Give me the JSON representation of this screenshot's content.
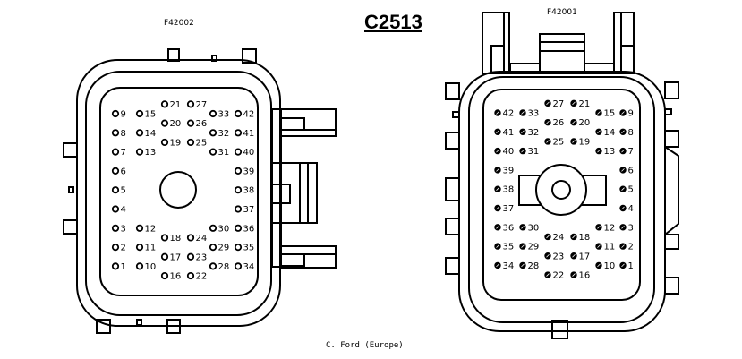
{
  "title": "C2513",
  "footer": "C. Ford (Europe)",
  "connectors": [
    {
      "id": "F42002",
      "side": "left",
      "pin_style": "open",
      "pins": [
        {
          "n": "9",
          "col": 0,
          "row": 0
        },
        {
          "n": "8",
          "col": 0,
          "row": 1
        },
        {
          "n": "7",
          "col": 0,
          "row": 2
        },
        {
          "n": "6",
          "col": 0,
          "row": 3
        },
        {
          "n": "5",
          "col": 0,
          "row": 4
        },
        {
          "n": "4",
          "col": 0,
          "row": 5
        },
        {
          "n": "3",
          "col": 0,
          "row": 6
        },
        {
          "n": "2",
          "col": 0,
          "row": 7
        },
        {
          "n": "1",
          "col": 0,
          "row": 8
        },
        {
          "n": "15",
          "col": 1,
          "row": 0
        },
        {
          "n": "14",
          "col": 1,
          "row": 1
        },
        {
          "n": "13",
          "col": 1,
          "row": 2
        },
        {
          "n": "12",
          "col": 1,
          "row": 6
        },
        {
          "n": "11",
          "col": 1,
          "row": 7
        },
        {
          "n": "10",
          "col": 1,
          "row": 8
        },
        {
          "n": "21",
          "col": 2,
          "row": -0.5
        },
        {
          "n": "20",
          "col": 2,
          "row": 0.5
        },
        {
          "n": "19",
          "col": 2,
          "row": 1.5
        },
        {
          "n": "18",
          "col": 2,
          "row": 6.5
        },
        {
          "n": "17",
          "col": 2,
          "row": 7.5
        },
        {
          "n": "16",
          "col": 2,
          "row": 8.5
        },
        {
          "n": "27",
          "col": 3,
          "row": -0.5
        },
        {
          "n": "26",
          "col": 3,
          "row": 0.5
        },
        {
          "n": "25",
          "col": 3,
          "row": 1.5
        },
        {
          "n": "24",
          "col": 3,
          "row": 6.5
        },
        {
          "n": "23",
          "col": 3,
          "row": 7.5
        },
        {
          "n": "22",
          "col": 3,
          "row": 8.5
        },
        {
          "n": "33",
          "col": 4,
          "row": 0
        },
        {
          "n": "32",
          "col": 4,
          "row": 1
        },
        {
          "n": "31",
          "col": 4,
          "row": 2
        },
        {
          "n": "30",
          "col": 4,
          "row": 6
        },
        {
          "n": "29",
          "col": 4,
          "row": 7
        },
        {
          "n": "28",
          "col": 4,
          "row": 8
        },
        {
          "n": "42",
          "col": 5,
          "row": 0
        },
        {
          "n": "41",
          "col": 5,
          "row": 1
        },
        {
          "n": "40",
          "col": 5,
          "row": 2
        },
        {
          "n": "39",
          "col": 5,
          "row": 3
        },
        {
          "n": "38",
          "col": 5,
          "row": 4
        },
        {
          "n": "37",
          "col": 5,
          "row": 5
        },
        {
          "n": "36",
          "col": 5,
          "row": 6
        },
        {
          "n": "35",
          "col": 5,
          "row": 7
        },
        {
          "n": "34",
          "col": 5,
          "row": 8
        }
      ]
    },
    {
      "id": "F42001",
      "side": "right",
      "pin_style": "filled",
      "pins": [
        {
          "n": "42",
          "col": 0,
          "row": 0
        },
        {
          "n": "41",
          "col": 0,
          "row": 1
        },
        {
          "n": "40",
          "col": 0,
          "row": 2
        },
        {
          "n": "39",
          "col": 0,
          "row": 3
        },
        {
          "n": "38",
          "col": 0,
          "row": 4
        },
        {
          "n": "37",
          "col": 0,
          "row": 5
        },
        {
          "n": "36",
          "col": 0,
          "row": 6
        },
        {
          "n": "35",
          "col": 0,
          "row": 7
        },
        {
          "n": "34",
          "col": 0,
          "row": 8
        },
        {
          "n": "33",
          "col": 1,
          "row": 0
        },
        {
          "n": "32",
          "col": 1,
          "row": 1
        },
        {
          "n": "31",
          "col": 1,
          "row": 2
        },
        {
          "n": "30",
          "col": 1,
          "row": 6
        },
        {
          "n": "29",
          "col": 1,
          "row": 7
        },
        {
          "n": "28",
          "col": 1,
          "row": 8
        },
        {
          "n": "27",
          "col": 2,
          "row": -0.5
        },
        {
          "n": "26",
          "col": 2,
          "row": 0.5
        },
        {
          "n": "25",
          "col": 2,
          "row": 1.5
        },
        {
          "n": "24",
          "col": 2,
          "row": 6.5
        },
        {
          "n": "23",
          "col": 2,
          "row": 7.5
        },
        {
          "n": "22",
          "col": 2,
          "row": 8.5
        },
        {
          "n": "21",
          "col": 3,
          "row": -0.5
        },
        {
          "n": "20",
          "col": 3,
          "row": 0.5
        },
        {
          "n": "19",
          "col": 3,
          "row": 1.5
        },
        {
          "n": "18",
          "col": 3,
          "row": 6.5
        },
        {
          "n": "17",
          "col": 3,
          "row": 7.5
        },
        {
          "n": "16",
          "col": 3,
          "row": 8.5
        },
        {
          "n": "15",
          "col": 4,
          "row": 0
        },
        {
          "n": "14",
          "col": 4,
          "row": 1
        },
        {
          "n": "13",
          "col": 4,
          "row": 2
        },
        {
          "n": "12",
          "col": 4,
          "row": 6
        },
        {
          "n": "11",
          "col": 4,
          "row": 7
        },
        {
          "n": "10",
          "col": 4,
          "row": 8
        },
        {
          "n": "9",
          "col": 5,
          "row": 0
        },
        {
          "n": "8",
          "col": 5,
          "row": 1
        },
        {
          "n": "7",
          "col": 5,
          "row": 2
        },
        {
          "n": "6",
          "col": 5,
          "row": 3
        },
        {
          "n": "5",
          "col": 5,
          "row": 4
        },
        {
          "n": "4",
          "col": 5,
          "row": 5
        },
        {
          "n": "3",
          "col": 5,
          "row": 6
        },
        {
          "n": "2",
          "col": 5,
          "row": 7
        },
        {
          "n": "1",
          "col": 5,
          "row": 8
        }
      ]
    }
  ]
}
